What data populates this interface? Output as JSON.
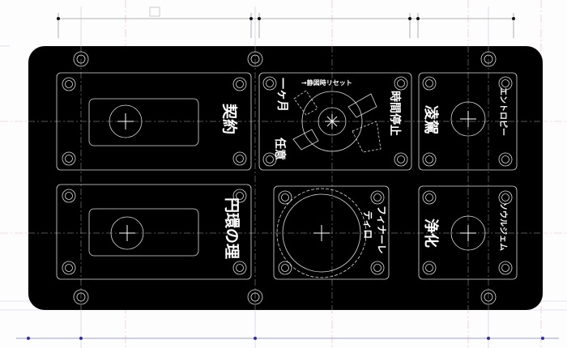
{
  "panel": {
    "contract": "契約",
    "law_of_cycles": "円環の理",
    "dial_left_top": "一ヶ月",
    "dial_left_bottom": "任意",
    "dial_right": "時間停止",
    "dial_top": "→静図時リセット",
    "tiro_1": "ティロ",
    "tiro_2": "フィナーレ",
    "surpass": "凌駕",
    "entropy": "エントロピー",
    "purify": "浄化",
    "soul_gem": "ソウルジェム"
  },
  "colors": {
    "panel": "#000000",
    "line": "#dddddd",
    "centerline": "#e8a0a8"
  }
}
